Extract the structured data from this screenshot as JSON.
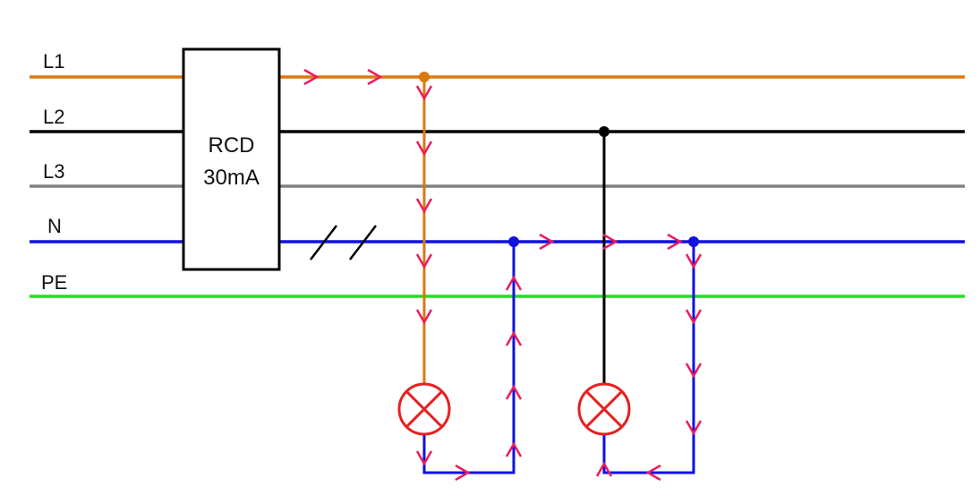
{
  "buses": [
    {
      "label": "L1",
      "color": "#d97a10"
    },
    {
      "label": "L2",
      "color": "#000000"
    },
    {
      "label": "L3",
      "color": "#808080"
    },
    {
      "label": "N",
      "color": "#1010e0"
    },
    {
      "label": "PE",
      "color": "#22dd22"
    }
  ],
  "rcd": {
    "line1": "RCD",
    "line2": "30mA"
  },
  "colors": {
    "lamp": "#e62020",
    "arrow": "#ee1c5a",
    "return_wire": "#1010e0",
    "junction_l1": "#d97a10",
    "junction_l2": "#000000",
    "junction_n": "#1010e0",
    "box": "#000000"
  }
}
